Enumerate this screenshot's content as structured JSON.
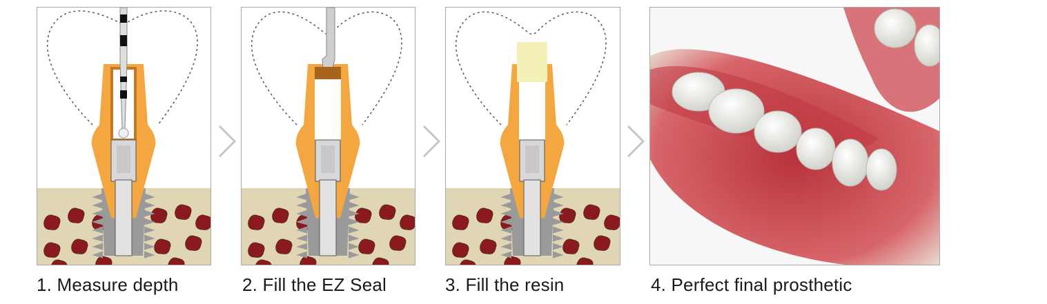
{
  "steps": [
    {
      "caption": "1. Measure depth",
      "variant": "measure"
    },
    {
      "caption": "2. Fill the EZ Seal",
      "variant": "seal"
    },
    {
      "caption": "3. Fill the resin",
      "variant": "resin"
    },
    {
      "caption": "4. Perfect final prosthetic",
      "variant": "prosthetic"
    }
  ],
  "colors": {
    "abutment": "#f4a640",
    "bone": "#e0d6b4",
    "marrow": "#8a1a1f",
    "implant": "#9a9a9a",
    "resin": "#f3f1b8",
    "gum": "#c9474f",
    "tooth": "#f2f2ee",
    "chevron": "#c4c4c4"
  }
}
